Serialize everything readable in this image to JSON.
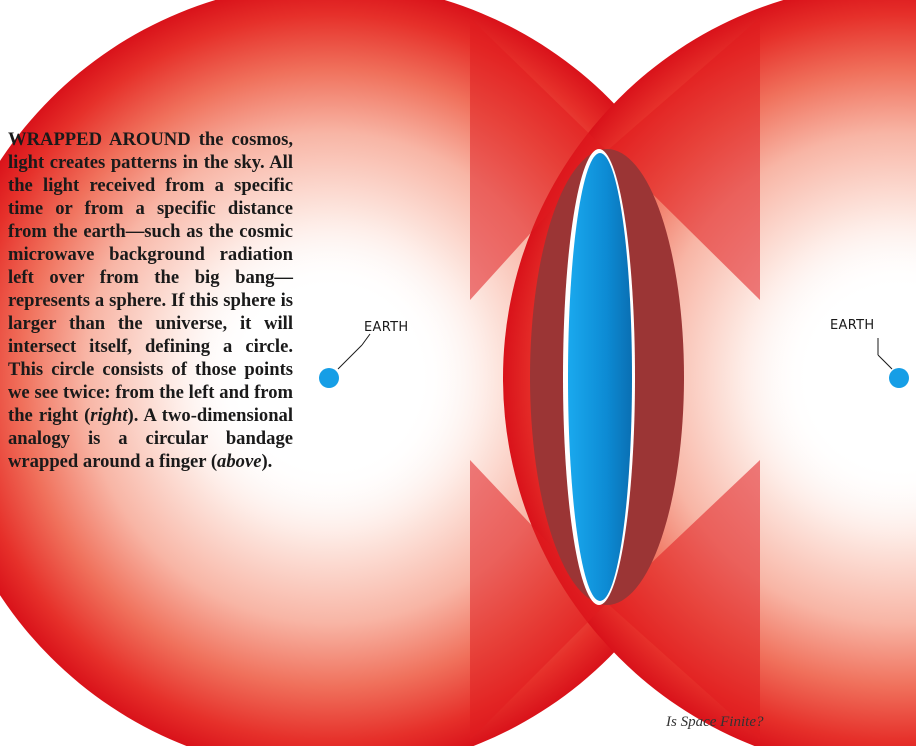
{
  "caption": {
    "lead": "Wrapped around",
    "p1": " the cosmos, light creates patterns in the sky. All the light re­ceived from a specific time or from a specific distance from the earth—such as the cosmic microwave background radi­ation left over from the big bang—represents a sphere. If this sphere is larger than the universe, it will intersect it­self, defining a circle. This circle consists of those points we see twice: from the left and from the right (",
    "right": "right",
    "p2": "). A two-dimensional analogy is a circular bandage wrapped around a finger (",
    "above": "above",
    "p3": ")."
  },
  "labels": {
    "earth_left": "EARTH",
    "earth_right": "EARTH"
  },
  "footer": "Is Space Finite?",
  "colors": {
    "sphere_red": "#e3151c",
    "sphere_fade": "#ffffff",
    "intersection_blue": "#0f8fd8",
    "dark_band": "#9b3535",
    "earth_dot": "#169ee6"
  }
}
